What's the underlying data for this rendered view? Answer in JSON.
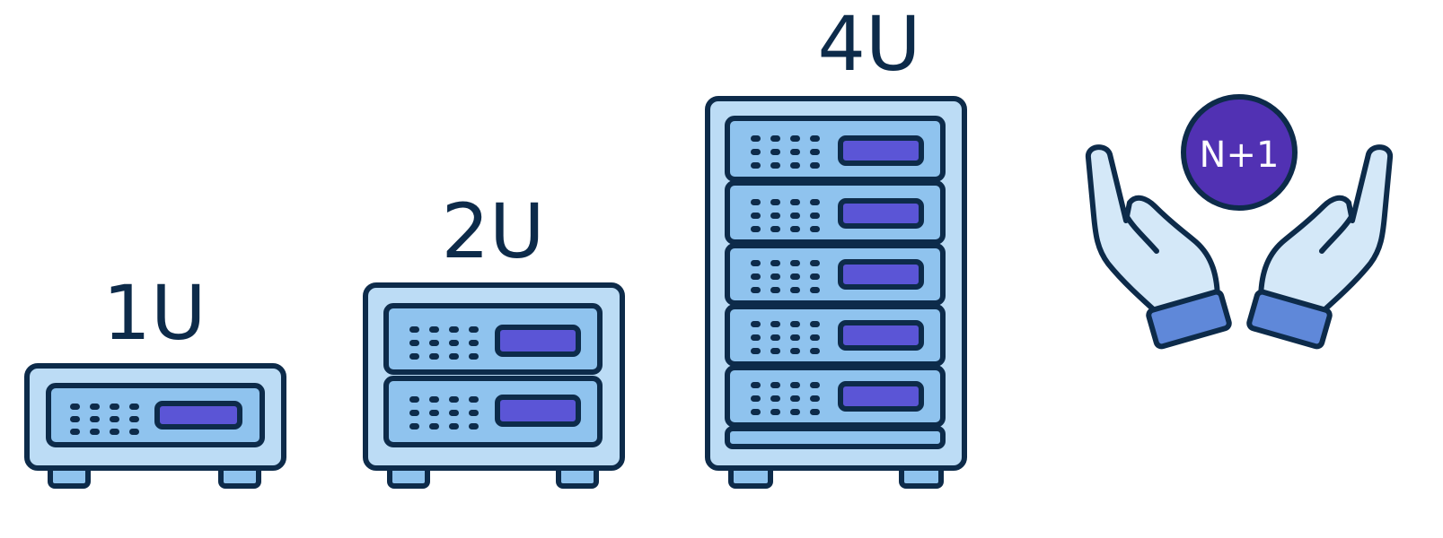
{
  "labels": {
    "unit_1": "1U",
    "unit_2": "2U",
    "unit_4": "4U",
    "redundancy": "N+1"
  },
  "colors": {
    "outline": "#0d2b4a",
    "chassis_fill": "#bcdcf5",
    "module_fill": "#8fc3ee",
    "display_fill": "#5b55d6",
    "vent_dot": "#0d2b4a",
    "badge_fill": "#5131b3",
    "badge_text": "#ffffff",
    "hand_fill": "#d4e8f8",
    "cuff_fill": "#5f88d9",
    "background": "#ffffff"
  },
  "icons": [
    "server-1u-icon",
    "server-2u-icon",
    "server-4u-icon",
    "hands-icon",
    "n-plus-one-badge-icon"
  ]
}
